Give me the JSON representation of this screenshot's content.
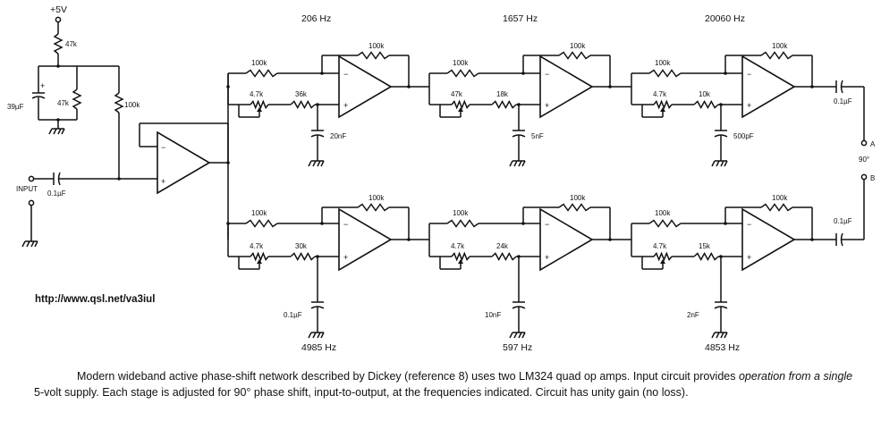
{
  "supply_label": "+5V",
  "input_label": "INPUT",
  "output_a_label": "A",
  "output_b_label": "B",
  "phase_label": "90°",
  "url": "http://www.qsl.net/va3iul",
  "input_section": {
    "r_top": "47k",
    "cap": "39µF",
    "r_shunt": "47k",
    "r_bias": "100k",
    "cap_in": "0.1µF"
  },
  "top_chain": [
    {
      "freq": "206  Hz",
      "r_in": "100k",
      "r_fb": "100k",
      "pot": "4.7k",
      "r_ser": "36k",
      "cap": "20nF"
    },
    {
      "freq": "1657  Hz",
      "r_in": "100k",
      "r_fb": "100k",
      "pot": "47k",
      "r_ser": "18k",
      "cap": "5nF"
    },
    {
      "freq": "20060  Hz",
      "r_in": "100k",
      "r_fb": "100k",
      "pot": "4.7k",
      "r_ser": "10k",
      "cap": "500pF"
    }
  ],
  "bottom_chain": [
    {
      "freq": "4985  Hz",
      "r_in": "100k",
      "r_fb": "100k",
      "pot": "4.7k",
      "r_ser": "30k",
      "cap": "0.1µF"
    },
    {
      "freq": "597  Hz",
      "r_in": "100k",
      "r_fb": "100k",
      "pot": "4.7k",
      "r_ser": "24k",
      "cap": "10nF"
    },
    {
      "freq": "4853  Hz",
      "r_in": "100k",
      "r_fb": "100k",
      "pot": "4.7k",
      "r_ser": "15k",
      "cap": "2nF"
    }
  ],
  "output_caps": {
    "a": "0.1µF",
    "b": "0.1µF"
  },
  "caption": {
    "part1": "Modern wideband active phase-shift network described by Dickey (reference 8) uses two LM324 quad op amps. Input circuit provides ",
    "italic": "operation from a single",
    "part2": " 5-volt supply. Each stage is adjusted for 90° phase shift, input-to-output, at the frequencies indicated. Circuit has unity gain (no loss)."
  }
}
